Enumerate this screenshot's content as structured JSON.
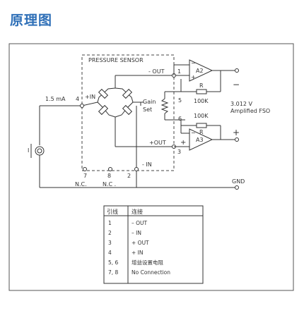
{
  "page": {
    "title": "原理图",
    "accent_color": "#2e6fb7"
  },
  "diagram": {
    "sensor_label": "PRESSURE SENSOR",
    "current_label": "1.5 mA",
    "source_label": "I",
    "pin_labels": {
      "p1": "1",
      "p2": "2",
      "p3": "3",
      "p4": "4",
      "p5": "5",
      "p6": "6",
      "p7": "7",
      "p8": "8"
    },
    "signal_labels": {
      "minus_out": "- OUT",
      "plus_out": "+OUT",
      "minus_in": "- IN",
      "plus_in": "+IN",
      "nc7": "N.C.",
      "nc8": "N.C ."
    },
    "gain_set": {
      "line1": "Gain",
      "line2": "Set"
    },
    "amp_a2": {
      "name": "A2",
      "minus_input": "−",
      "plus_input": "+",
      "feedback_r": "R",
      "r_value": "100K"
    },
    "amp_a3": {
      "name": "A3",
      "minus_input": "−",
      "plus_input": "+",
      "feedback_r": "R",
      "r_value": "100K"
    },
    "output": {
      "voltage": "3.012 V",
      "amplified": "Amplified  FSO",
      "minus_terminal": "−",
      "plus_terminal": "+"
    },
    "ground_label": "GND"
  },
  "pin_table": {
    "headers": [
      "引线",
      "连接"
    ],
    "rows": [
      [
        "1",
        "– OUT"
      ],
      [
        "2",
        "– IN"
      ],
      [
        "3",
        "+ OUT"
      ],
      [
        "4",
        "+ IN"
      ],
      [
        "5, 6",
        "增益设置电阻"
      ],
      [
        "7, 8",
        "No Connection"
      ]
    ]
  }
}
